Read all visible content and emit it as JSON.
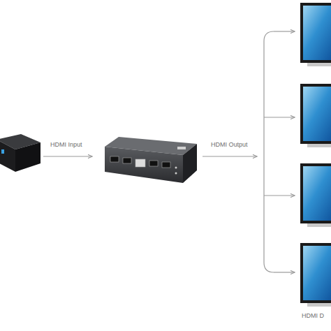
{
  "diagram": {
    "labels": [
      "HDMI Input",
      "HDMI Output",
      "HDMI D"
    ]
  }
}
